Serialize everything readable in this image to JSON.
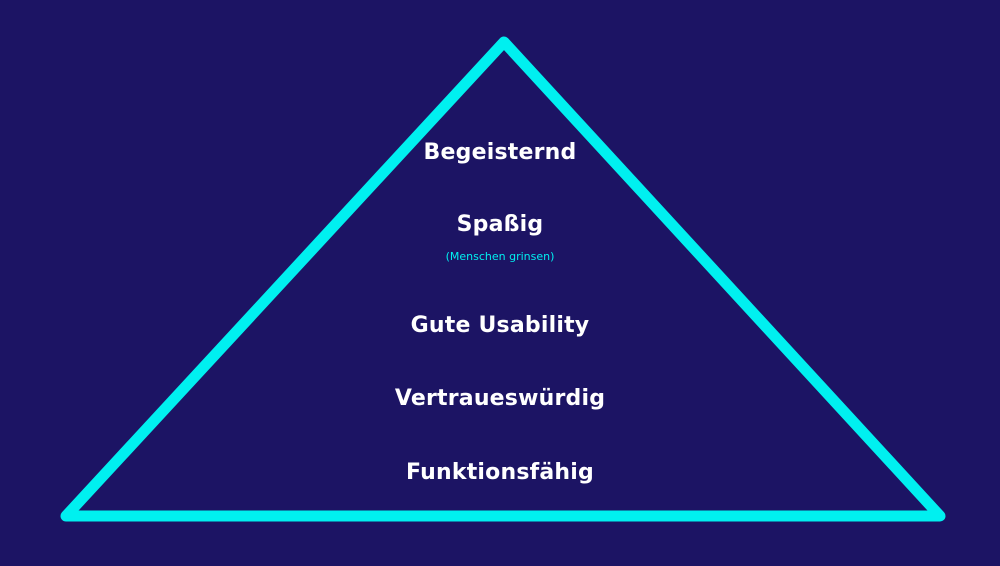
{
  "colors": {
    "background": "#1c1464",
    "outline": "#00f0f0",
    "text": "#ffffff",
    "note": "#00f0f0"
  },
  "pyramid": {
    "levels": [
      {
        "label": "Begeisternd"
      },
      {
        "label": "Spaßig",
        "note": "(Menschen grinsen)"
      },
      {
        "label": "Gute Usability"
      },
      {
        "label": "Vertraueswürdig"
      },
      {
        "label": "Funktionsfähig"
      }
    ]
  }
}
